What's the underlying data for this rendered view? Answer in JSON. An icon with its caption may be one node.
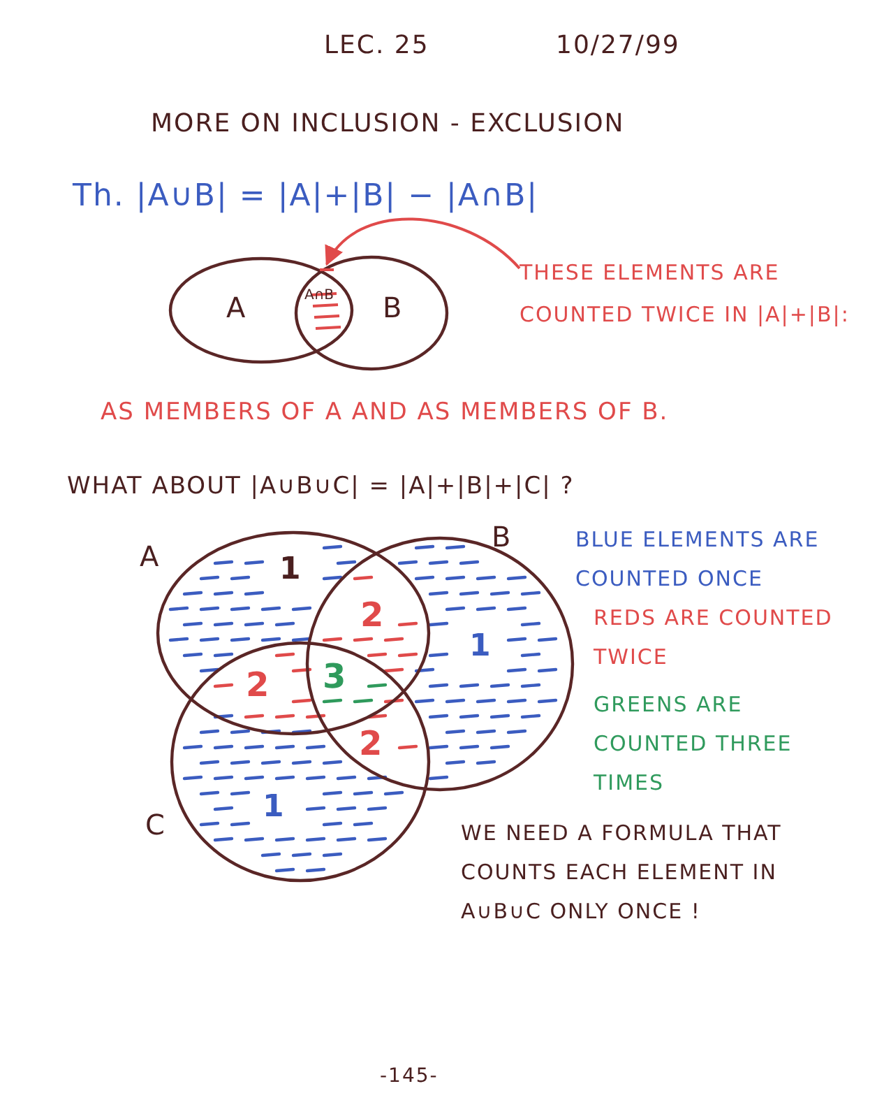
{
  "diagram": {
    "title": "MORE ON INCLUSION - EXCLUSION",
    "nodes": [
      {
        "text": [
          "A"
        ]
      },
      {
        "text": [
          "B"
        ]
      },
      {
        "text": [
          "A∩B"
        ]
      },
      {
        "text": [
          "THESE ELEMENTS ARE COUNTED TWICE IN |A|+|B|:"
        ]
      },
      {
        "text": [
          "A"
        ]
      },
      {
        "text": [
          "B"
        ]
      },
      {
        "text": [
          "C"
        ]
      }
    ],
    "edges": [
      {
        "from": 3,
        "to": 2,
        "arrow": "to",
        "color": "#e04a4a"
      }
    ],
    "labels": [
      "LEC. 25",
      "10/27/99",
      "Th. |A∪B| = |A|+|B| − |A∩B|",
      "AS MEMBERS OF A AND AS MEMBERS OF B.",
      "WHAT ABOUT |A∪B∪C| = |A|+|B|+|C| ?",
      "1",
      "2",
      "1",
      "2",
      "3",
      "2",
      "1",
      "BLUE ELEMENTS ARE COUNTED ONCE",
      "REDS ARE COUNTED TWICE",
      "GREENS ARE COUNTED THREE TIMES",
      "WE NEED A FORMULA THAT COUNTS EACH ELEMENT IN A∪B∪C ONLY ONCE !",
      "-145-"
    ]
  }
}
